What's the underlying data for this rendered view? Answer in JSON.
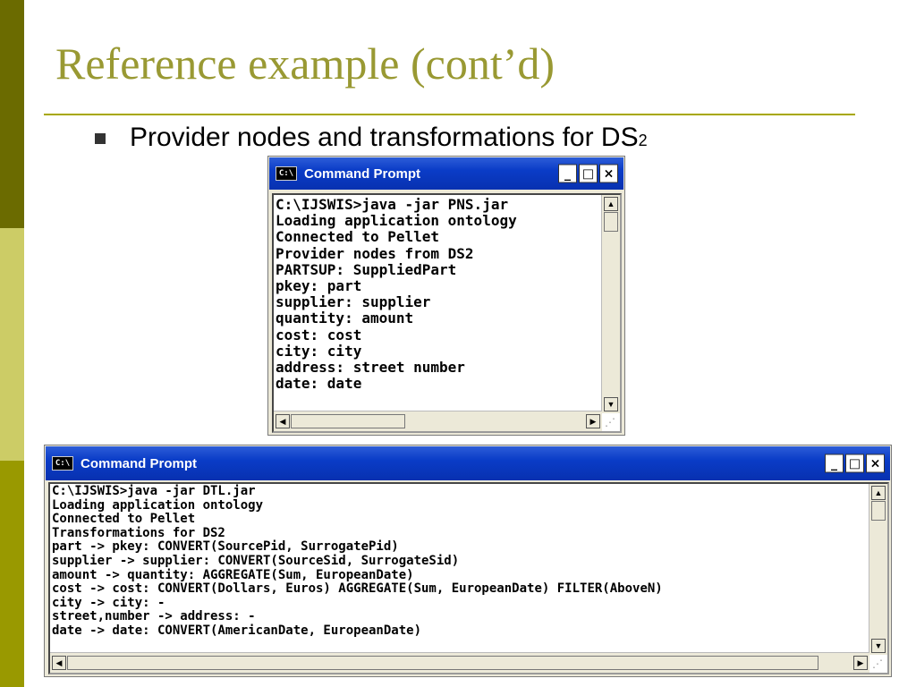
{
  "slide": {
    "title": "Reference example (cont’d)",
    "bullet_main": "Provider nodes and transformations for DS",
    "bullet_sub": "2"
  },
  "window1": {
    "title": "Command Prompt",
    "icon": "console-icon",
    "lines": [
      "C:\\IJSWIS>java -jar PNS.jar",
      "Loading application ontology",
      "Connected to Pellet",
      "Provider nodes from DS2",
      "PARTSUP: SuppliedPart",
      "pkey: part",
      "supplier: supplier",
      "quantity: amount",
      "cost: cost",
      "city: city",
      "address: street number",
      "date: date"
    ]
  },
  "window2": {
    "title": "Command Prompt",
    "icon": "console-icon",
    "lines": [
      "C:\\IJSWIS>java -jar DTL.jar",
      "Loading application ontology",
      "Connected to Pellet",
      "Transformations for DS2",
      "part -> pkey: CONVERT(SourcePid, SurrogatePid)",
      "supplier -> supplier: CONVERT(SourceSid, SurrogateSid)",
      "amount -> quantity: AGGREGATE(Sum, EuropeanDate)",
      "cost -> cost: CONVERT(Dollars, Euros) AGGREGATE(Sum, EuropeanDate) FILTER(AboveN)",
      "city -> city: -",
      "street,number -> address: -",
      "date -> date: CONVERT(AmericanDate, EuropeanDate)"
    ]
  },
  "controls": {
    "minimize": "_",
    "maximize": "□",
    "close": "×",
    "cmd_icon_text": "C:\\"
  }
}
